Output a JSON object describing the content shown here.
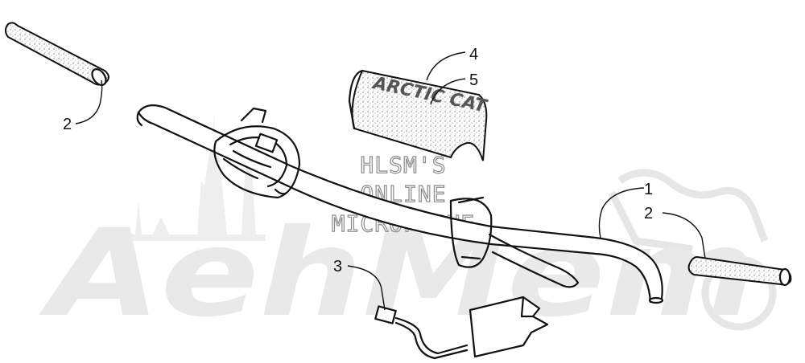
{
  "watermark": {
    "brand_text": "AehMem",
    "lines": [
      "HLSM'S",
      "ONLINE",
      "MICROFICHE"
    ]
  },
  "pad_brand_text": "ARCTIC CAT",
  "callouts": [
    {
      "id": "c1",
      "label": "1",
      "part": "handlebar"
    },
    {
      "id": "c2a",
      "label": "2",
      "part": "grip-left"
    },
    {
      "id": "c2b",
      "label": "2",
      "part": "grip-right"
    },
    {
      "id": "c3",
      "label": "3",
      "part": "hand-warmer-switch"
    },
    {
      "id": "c4",
      "label": "4",
      "part": "handlebar-pad"
    },
    {
      "id": "c5",
      "label": "5",
      "part": "pad-decal"
    }
  ],
  "colors": {
    "line": "#111111",
    "watermark_fill": "#e9e9e9",
    "watermark_text_stroke": "#8a8a8a"
  }
}
